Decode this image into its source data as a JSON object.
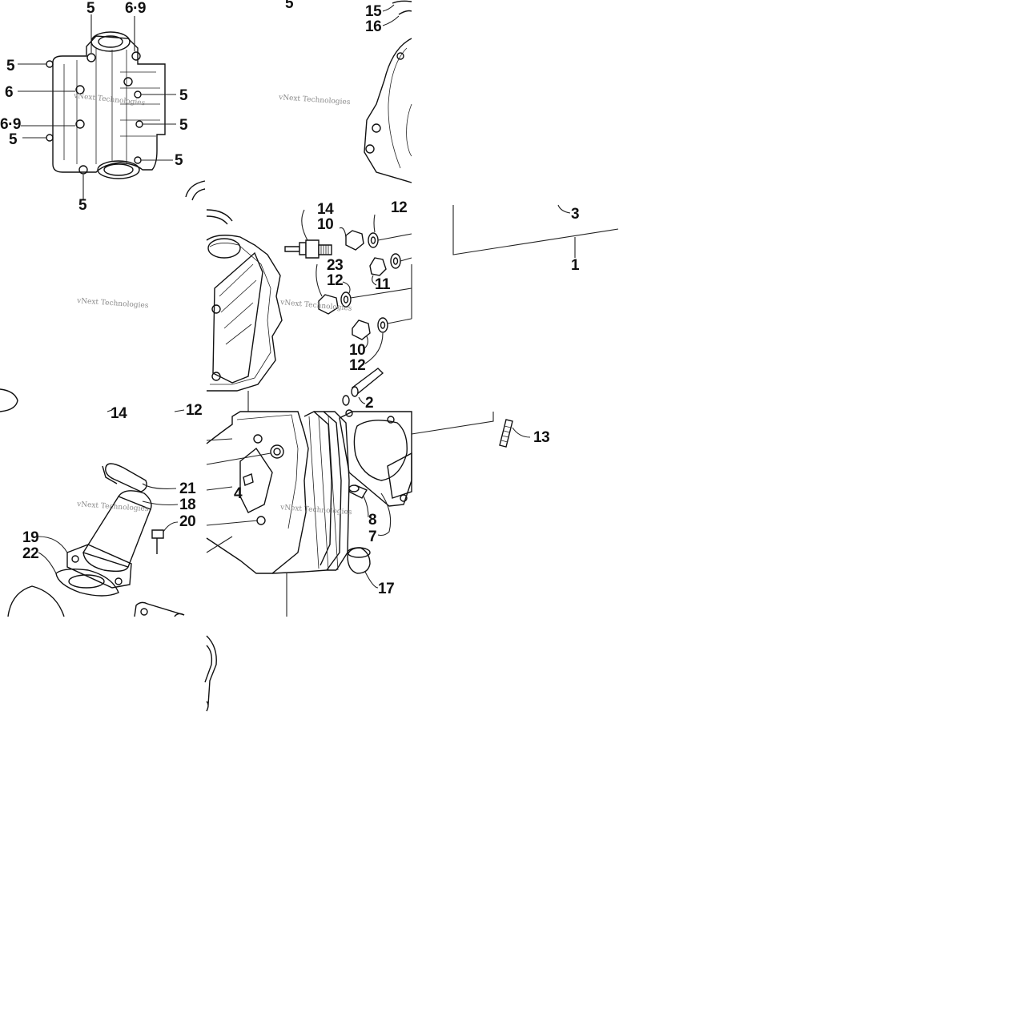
{
  "callouts": {
    "t0": "5",
    "t1": "6·9",
    "t2": "5",
    "t3": "6",
    "t4": "5",
    "t5": "6·9",
    "t6": "5",
    "t7": "5",
    "t8": "5",
    "t9": "5",
    "t10": "5",
    "t11": "15",
    "t12": "16",
    "t13": "14",
    "t14": "10",
    "t15": "12",
    "t16": "23",
    "t17": "12",
    "t18": "11",
    "t19": "10",
    "t20": "12",
    "t21": "2",
    "t22": "3",
    "t23": "1",
    "t24": "13",
    "t25": "14",
    "t26": "12",
    "t27": "21",
    "t28": "18",
    "t29": "20",
    "t30": "19",
    "t31": "22",
    "t32": "4",
    "t33": "8",
    "t34": "7",
    "t35": "17"
  },
  "watermark": "vNext Technologies"
}
